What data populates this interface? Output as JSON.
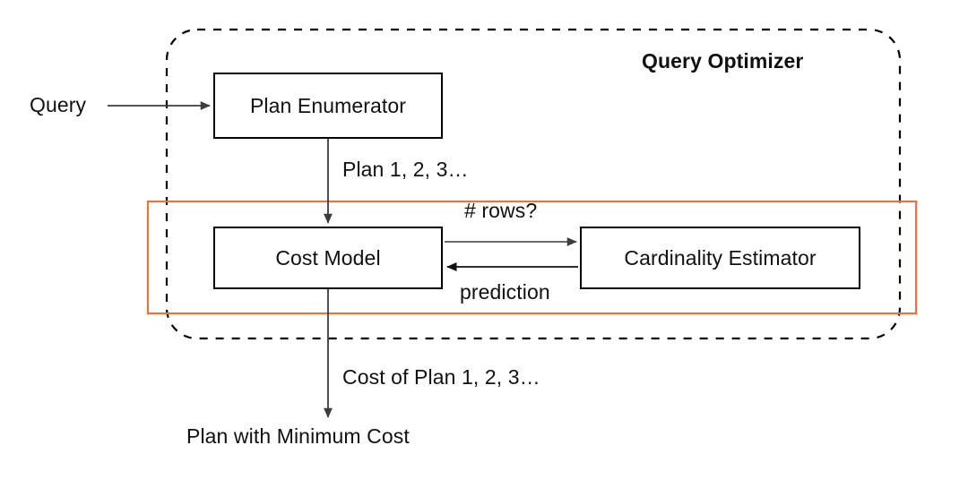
{
  "diagram": {
    "title": "Query Optimizer",
    "group_box": {
      "label": "Query Optimizer",
      "style": "dashed-rounded",
      "stroke": "#000000"
    },
    "highlight_box": {
      "stroke": "#E8743B",
      "style": "solid-rectangle"
    },
    "nodes": [
      {
        "id": "plan-enumerator",
        "label": "Plan Enumerator"
      },
      {
        "id": "cost-model",
        "label": "Cost Model"
      },
      {
        "id": "cardinality-estimator",
        "label": "Cardinality Estimator"
      }
    ],
    "edge_labels": {
      "input": "Query",
      "plans": "Plan 1, 2, 3…",
      "rows_request": "# rows?",
      "prediction": "prediction",
      "costs": "Cost of Plan 1, 2, 3…",
      "output": "Plan with Minimum Cost"
    }
  }
}
